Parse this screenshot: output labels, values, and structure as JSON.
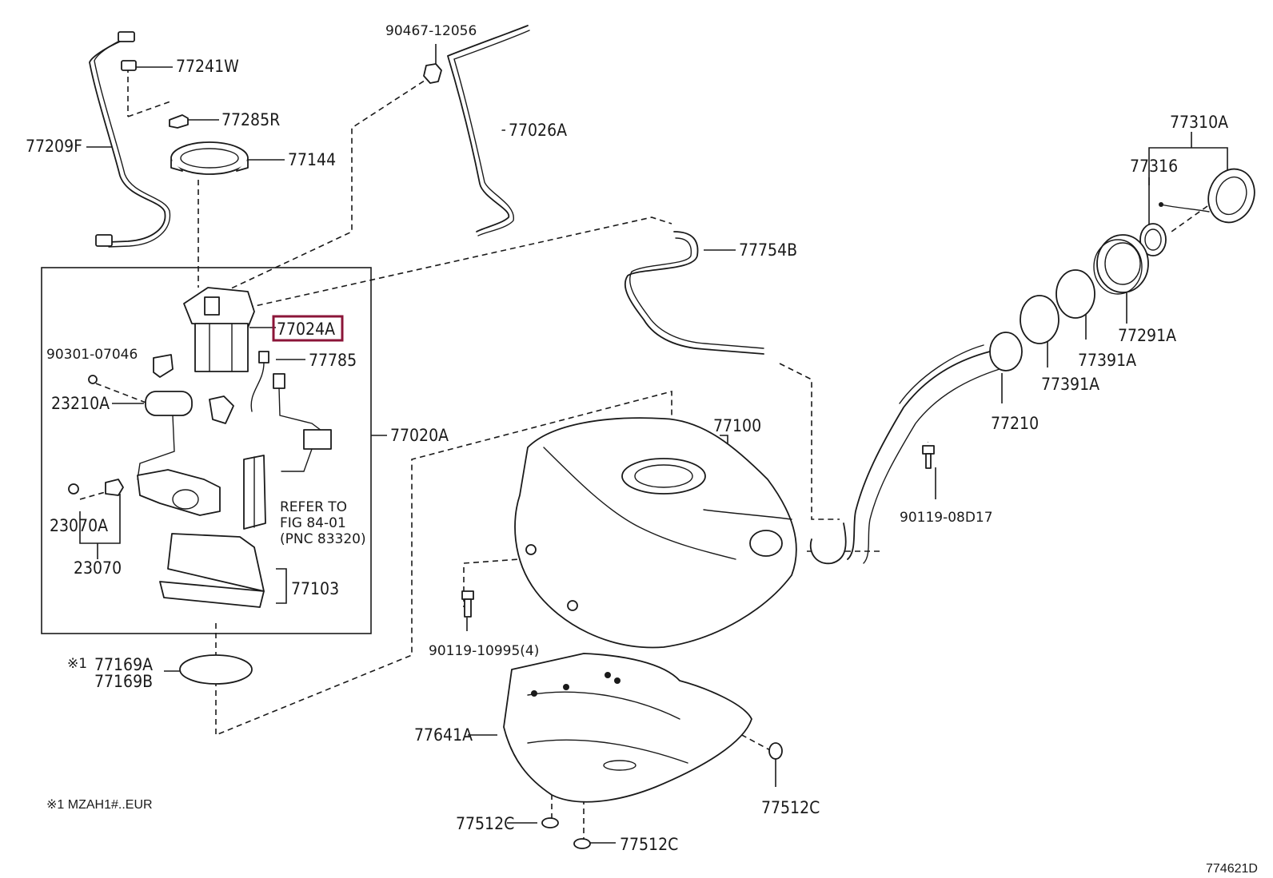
{
  "labels": {
    "p90467": "90467-12056",
    "p77241W": "77241W",
    "p77285R": "77285R",
    "p77209F": "77209F",
    "p77144": "77144",
    "p77026A": "77026A",
    "p77754B": "77754B",
    "p77310A": "77310A",
    "p77316": "77316",
    "p77024A": "77024A",
    "p90301": "90301-07046",
    "p77785": "77785",
    "p23210A": "23210A",
    "p77020A": "77020A",
    "p23070A": "23070A",
    "p23070": "23070",
    "p77103": "77103",
    "refer1": "REFER TO",
    "refer2": "FIG 84-01",
    "refer3": "(PNC 83320)",
    "p77169A": "77169A",
    "p77169B": "77169B",
    "mark1": "※1",
    "p77100": "77100",
    "p77291A": "77291A",
    "p77391A_1": "77391A",
    "p77391A_2": "77391A",
    "p77210": "77210",
    "p90119_08D17": "90119-08D17",
    "p90119_10995": "90119-10995(4)",
    "p77641A": "77641A",
    "p77512C_1": "77512C",
    "p77512C_2": "77512C",
    "p77512C_3": "77512C",
    "footnote": "※1 MZAH1#..EUR",
    "figure_code": "774621D"
  },
  "highlight_color": "#8b1538"
}
